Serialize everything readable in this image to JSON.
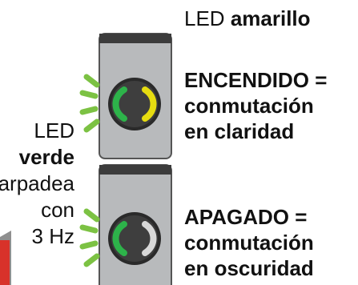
{
  "labels": {
    "yellow_led_prefix": "LED",
    "yellow_led_color": "amarillo",
    "on_state": "ENCENDIDO =",
    "on_mode_line1": "conmutación",
    "on_mode_line2": "en claridad",
    "off_state": "APAGADO =",
    "off_mode_line1": "conmutación",
    "off_mode_line2": "en oscuridad",
    "green_led_prefix": "LED",
    "green_led_color": "verde",
    "blink_text": "parpadea",
    "blink_con": "con",
    "blink_freq": "3 Hz"
  },
  "colors": {
    "housing": "#b8babc",
    "housing_dark": "#3c3c3c",
    "green_led": "#2db34a",
    "yellow_led": "#e6dc10",
    "off_led": "#d8d8d8",
    "blink_rays": "#7cc243",
    "device_red": "#d8322a"
  },
  "icons": {
    "rays": "blink-rays-icon",
    "led": "led-icon"
  }
}
